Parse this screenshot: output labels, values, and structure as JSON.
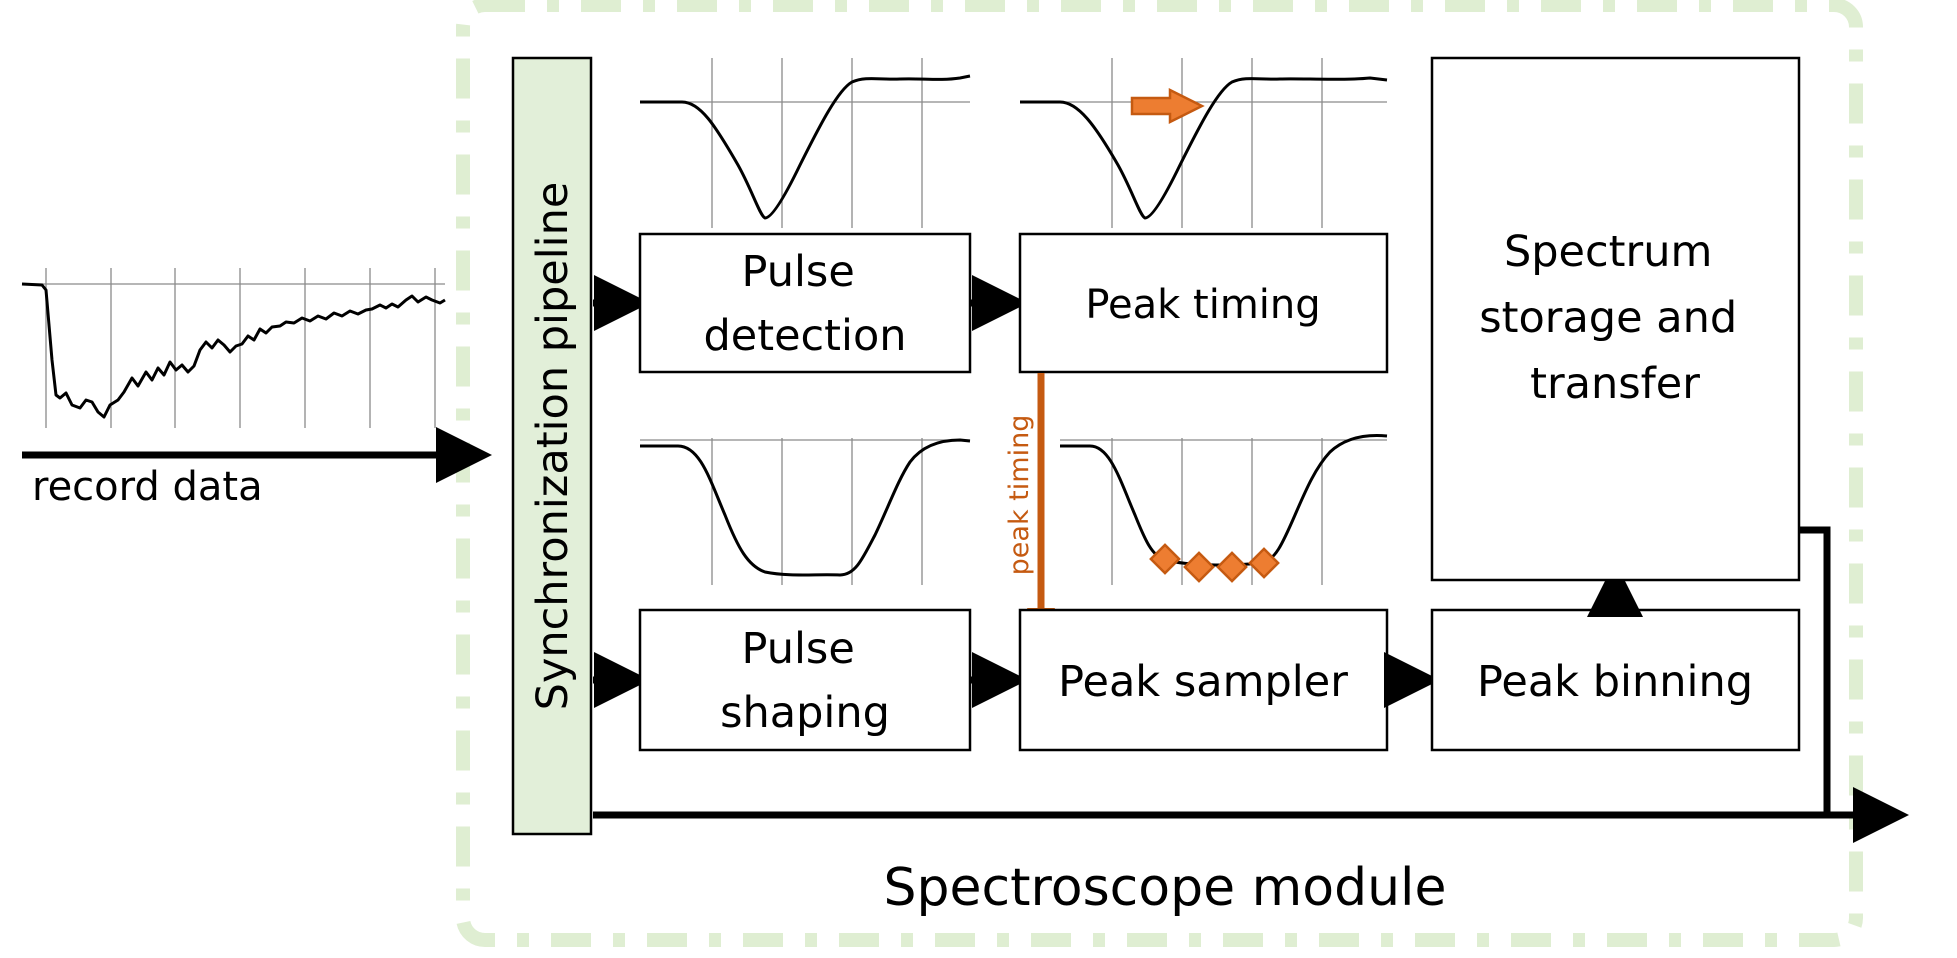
{
  "labels": {
    "record_data": "record data",
    "sync_pipeline": "Synchronization pipeline",
    "pulse_detection": [
      "Pulse",
      "detection"
    ],
    "peak_timing": "Peak timing",
    "pulse_shaping": [
      "Pulse",
      "shaping"
    ],
    "peak_sampler": "Peak sampler",
    "peak_binning": "Peak binning",
    "spectrum_storage": [
      "Spectrum",
      "storage and",
      "transfer"
    ],
    "peak_timing_signal": "peak timing",
    "module_title": "Spectroscope module"
  },
  "colors": {
    "module_border": "#dfeed2",
    "sync_fill": "#e2efd9",
    "accent": "#c55a11",
    "accent_fill": "#ed7d31"
  }
}
